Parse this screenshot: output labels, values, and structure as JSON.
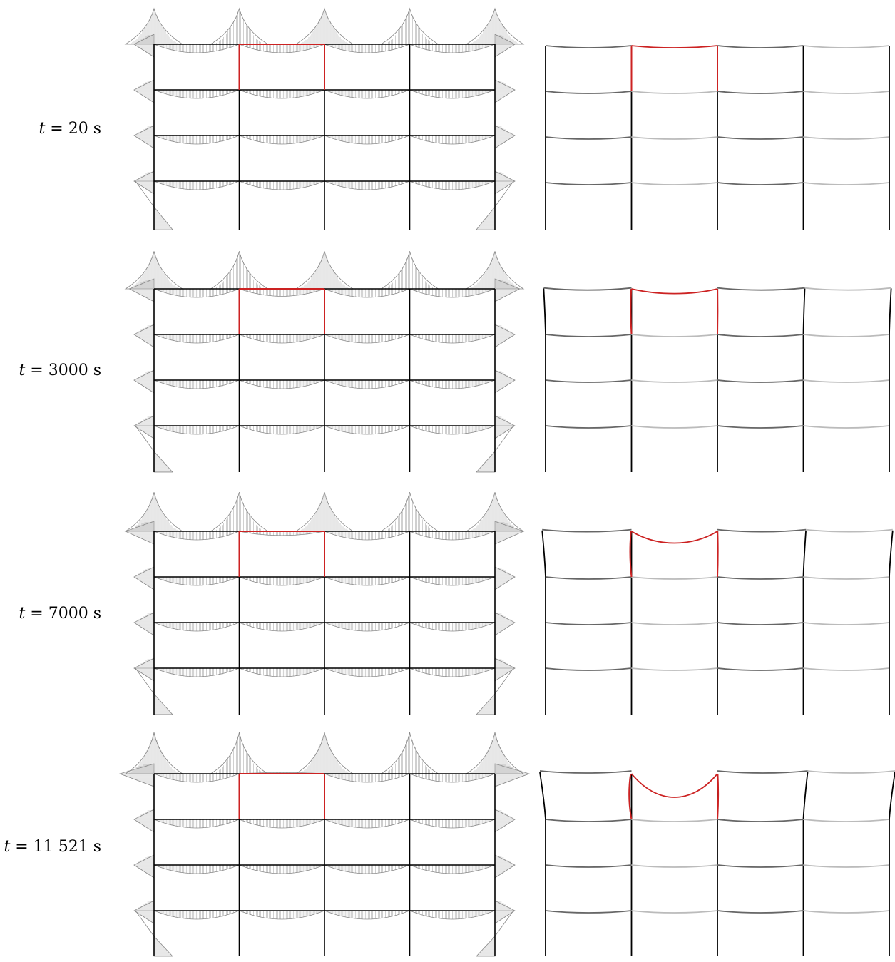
{
  "rows": [
    {
      "label_var": "t",
      "label_eq": " = ",
      "label_value": "20 s",
      "drift": 0.0,
      "dip": 0.0
    },
    {
      "label_var": "t",
      "label_eq": " = ",
      "label_value": "3000 s",
      "drift": 0.33,
      "dip": 0.12
    },
    {
      "label_var": "t",
      "label_eq": " = ",
      "label_value": "7000 s",
      "drift": 0.6,
      "dip": 0.45
    },
    {
      "label_var": "t",
      "label_eq": " = ",
      "label_value": "11 521 s",
      "drift": 1.0,
      "dip": 1.0
    }
  ],
  "colors": {
    "frame": "#000000",
    "highlight": "#cc2222",
    "hatch": "#888888",
    "beam_light": "#bbbbbb",
    "beam_dark": "#666666"
  },
  "frame": {
    "bays": 4,
    "storeys": 4,
    "highlight_bay": 1,
    "highlight_storey": 0
  }
}
